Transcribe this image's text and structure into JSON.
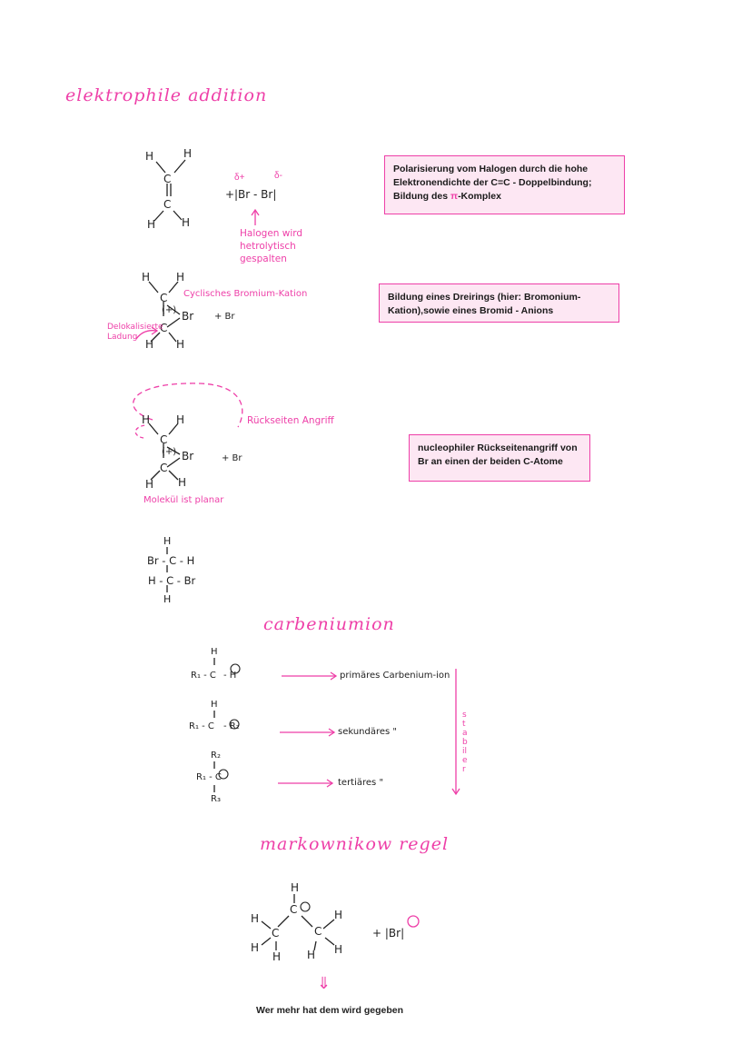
{
  "headings": {
    "elektrophile": "elektrophile addition",
    "carbenium": "carbeniumion",
    "markownikow": "markownikow regel"
  },
  "step1": {
    "box": "Polarisierung vom Halogen durch die hohe Elektronendichte der C=C - Doppelbindung; Bildung des",
    "pi_symbol": "π",
    "box_tail": "-Komplex",
    "delta_plus": "δ+",
    "delta_minus": "δ-",
    "plus": "+",
    "br_br": "|Br - Br|",
    "annotation": [
      "Halogen wird",
      "hetrolytisch",
      "gespalten"
    ]
  },
  "step2": {
    "box": "Bildung eines Dreirings (hier: Bromonium-Kation),sowie eines Bromid - Anions",
    "label_cation": "Cyclisches Bromium-Kation",
    "label_charge": [
      "Delokalisierte",
      "Ladung"
    ],
    "br": "Br",
    "plus_br": "+ Br",
    "charge_plus": "(+)"
  },
  "step3": {
    "box": "nucleophiler Rückseitenangriff von Br an einen der beiden C-Atome",
    "label_attack": "Rückseiten Angriff",
    "label_planar": "Molekül ist planar",
    "br": "Br",
    "plus_br": "+ Br",
    "charge_plus": "(+)"
  },
  "product": {
    "row1": "H",
    "row2": "Br - C - H",
    "row3": "H - C - Br",
    "row4": "H"
  },
  "carbenium": {
    "rows": [
      {
        "top": "H",
        "formula": "R₁ - C",
        "right": "- H",
        "label": "primäres Carbenium-ion"
      },
      {
        "top": "H",
        "formula": "R₁ - C",
        "right": "- R₂",
        "label": "sekundäres \""
      },
      {
        "top": "R₂",
        "formula": "R₁ - C",
        "right": "",
        "bottom": "R₃",
        "label": "tertiäres \""
      }
    ],
    "stabiler": "stabiler"
  },
  "markownikow": {
    "h": "H",
    "c": "C",
    "plus_br": "+ |Br|",
    "arrow": "⇓",
    "caption": "Wer mehr hat dem wird gegeben"
  }
}
